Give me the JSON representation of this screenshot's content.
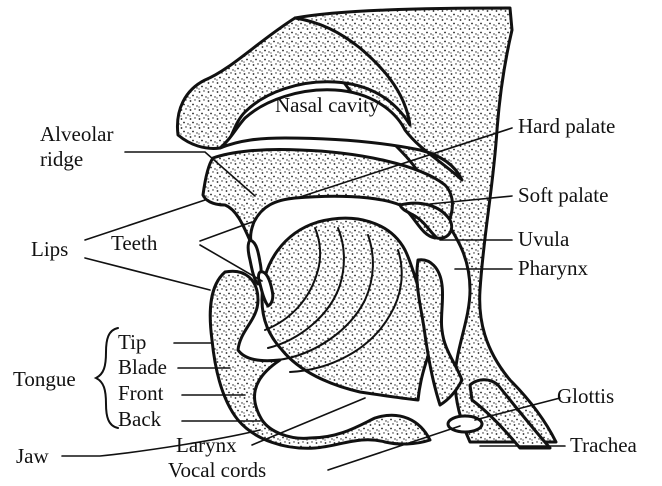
{
  "diagram": {
    "labels": {
      "nasal_cavity": "Nasal cavity",
      "alveolar_ridge_1": "Alveolar",
      "alveolar_ridge_2": "ridge",
      "hard_palate": "Hard palate",
      "soft_palate": "Soft palate",
      "uvula": "Uvula",
      "pharynx": "Pharynx",
      "lips": "Lips",
      "teeth": "Teeth",
      "tongue": "Tongue",
      "tip": "Tip",
      "blade": "Blade",
      "front": "Front",
      "back": "Back",
      "jaw": "Jaw",
      "larynx": "Larynx",
      "vocal_cords": "Vocal cords",
      "glottis": "Glottis",
      "trachea": "Trachea"
    },
    "colors": {
      "ink": "#111111",
      "paper": "#ffffff"
    }
  }
}
